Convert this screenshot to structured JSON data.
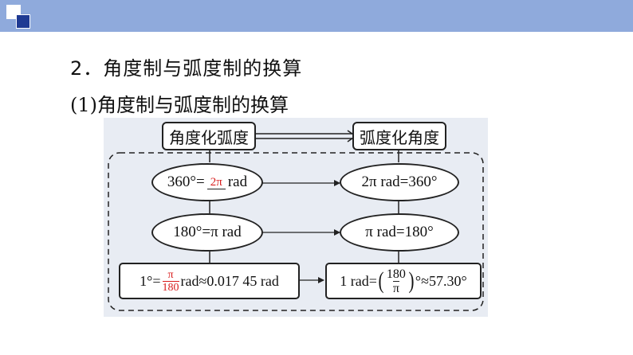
{
  "header": {
    "icon": "slide-corner-icon",
    "bar_color": "#8faadc"
  },
  "heading": "2．角度制与弧度制的换算",
  "subheading": "(1)角度制与弧度制的换算",
  "diagram": {
    "left_title": "角度化弧度",
    "right_title": "弧度化角度",
    "row1": {
      "left_prefix": "360°=",
      "left_answer": "2π",
      "left_suffix": "rad",
      "right": "2π rad=360°"
    },
    "row2": {
      "left": "180°=π rad",
      "right": "π rad=180°"
    },
    "row3": {
      "left_prefix": "1°=",
      "left_num": "π",
      "left_den": "180",
      "left_suffix": "rad≈0.017 45 rad",
      "right_prefix": "1 rad=",
      "right_open": "(",
      "right_num": "180",
      "right_den": "π",
      "right_close": ")",
      "right_suffix": "°≈57.30°"
    },
    "answer_color": "#d81e1e"
  }
}
